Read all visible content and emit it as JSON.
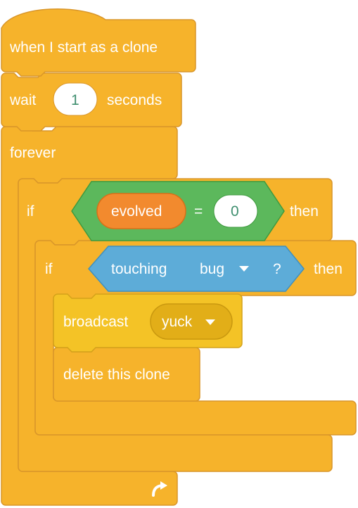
{
  "colors": {
    "control": "#F6B32B",
    "control_stroke": "#D9962A",
    "event_stroke": "#D9962A",
    "events": "#F4C326",
    "events_stroke": "#D4A21A",
    "operators": "#5CB85C",
    "operators_stroke": "#3F9A3F",
    "variables": "#F28A2E",
    "variables_stroke": "#D96F18",
    "sensing": "#5DACD8",
    "sensing_stroke": "#3F90BF"
  },
  "script": {
    "hat": {
      "label": "when I start as a clone"
    },
    "wait": {
      "label": "wait",
      "value": "1",
      "suffix": "seconds"
    },
    "forever": {
      "label": "forever",
      "loop_icon": "loop-arrow-icon"
    },
    "if_outer": {
      "label": "if",
      "then_label": "then",
      "condition": {
        "variable": "evolved",
        "operator": "=",
        "value": "0"
      }
    },
    "if_inner": {
      "label": "if",
      "then_label": "then",
      "condition": {
        "label": "touching",
        "target": "bug",
        "suffix": "?"
      }
    },
    "broadcast": {
      "label": "broadcast",
      "message": "yuck"
    },
    "delete": {
      "label": "delete this clone"
    }
  },
  "icons": {
    "dropdown": "caret-down-icon",
    "loop": "loop-arrow-icon"
  }
}
